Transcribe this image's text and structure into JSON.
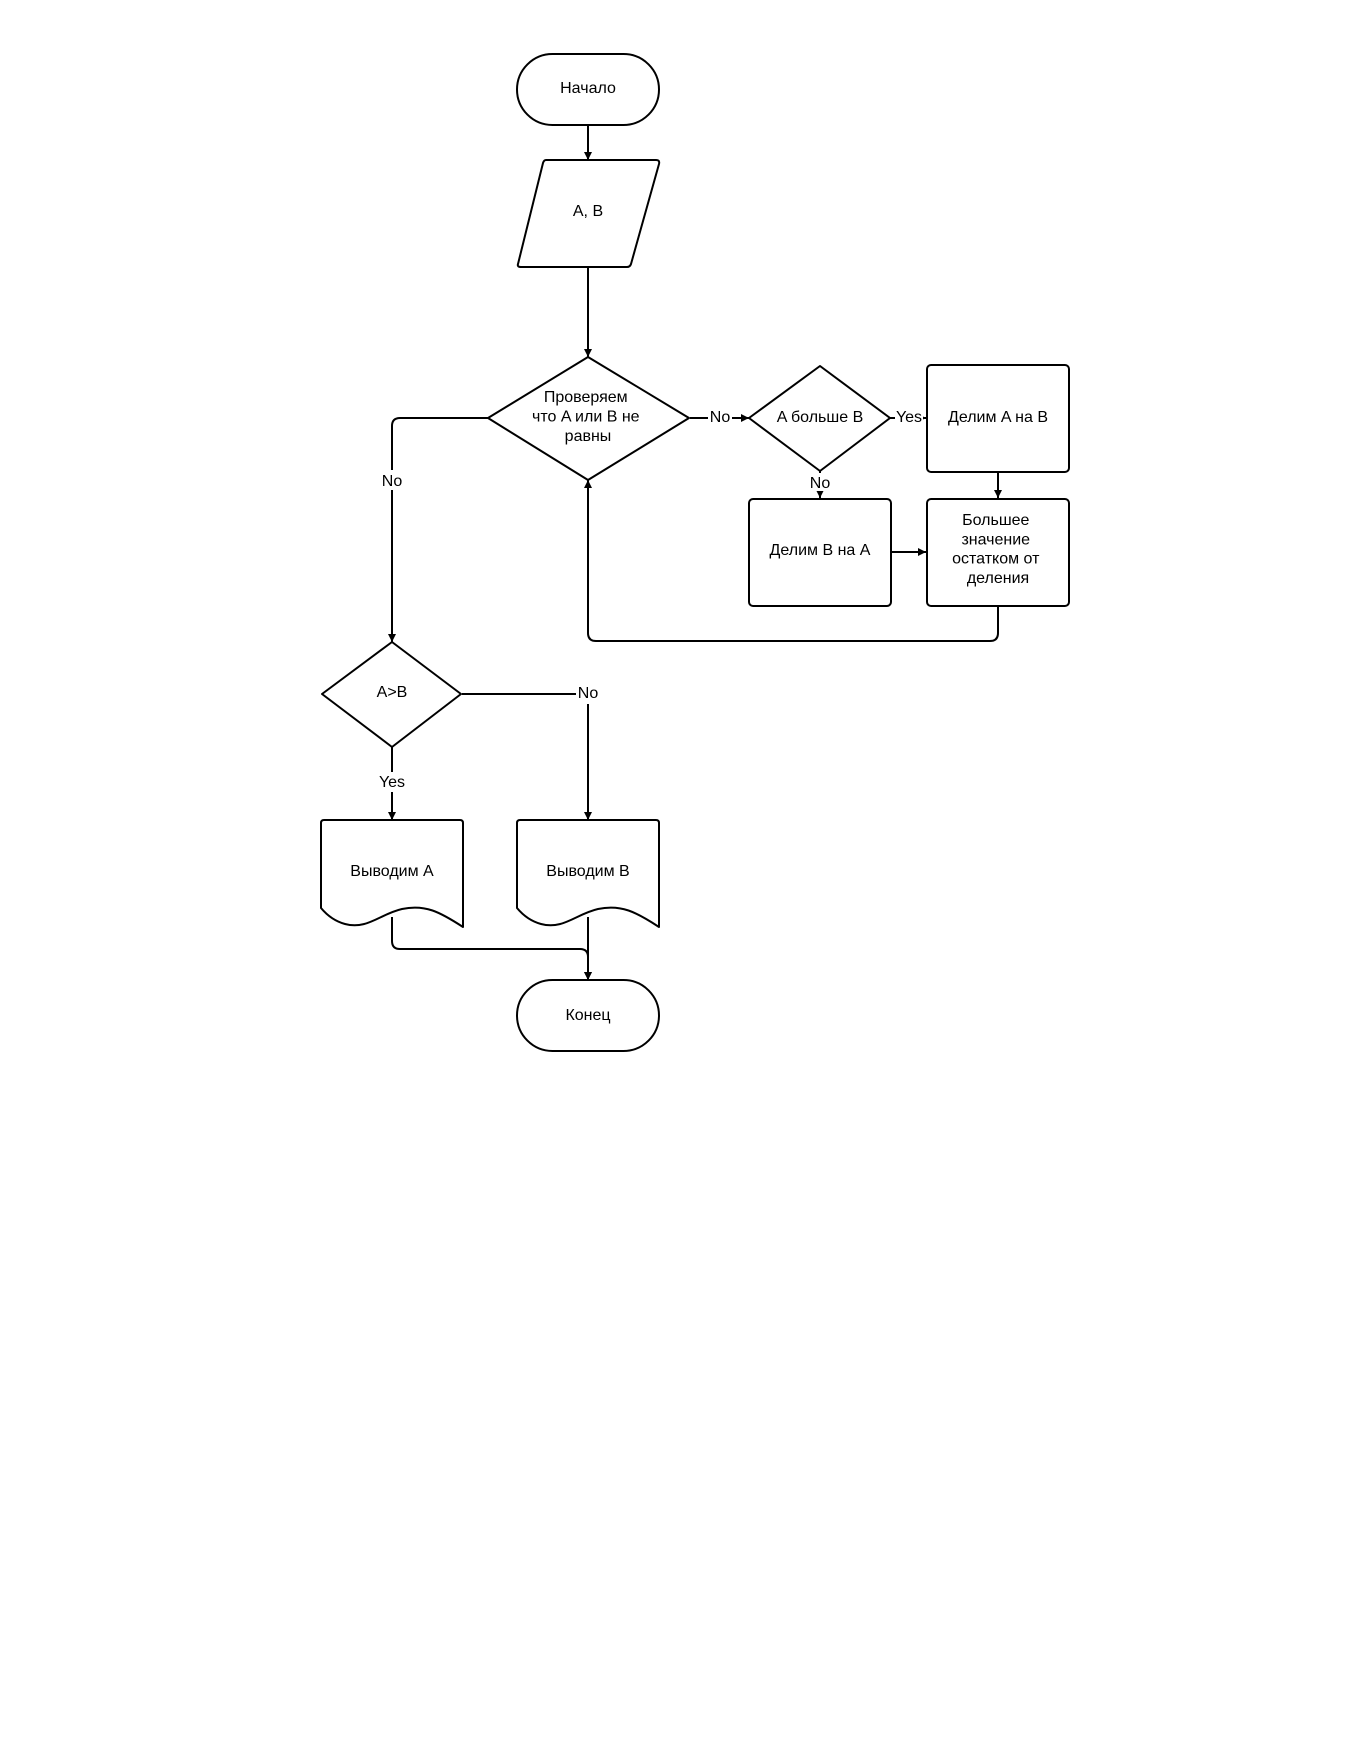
{
  "nodes": {
    "start": "Начало",
    "input": "A, B",
    "check": [
      "Проверяем",
      "что A или B не",
      "равны"
    ],
    "a_greater_b": "A больше B",
    "divide_a_by_b": "Делим A на B",
    "divide_b_by_a": "Делим B на A",
    "replace_larger": [
      "Большее",
      "значение",
      "остатком от",
      "деления"
    ],
    "final_compare": "A>B",
    "output_a": "Выводим A",
    "output_b": "Выводим B",
    "end": "Конец"
  },
  "edge_labels": {
    "check_no_left": "No",
    "check_no_right": "No",
    "a_greater_yes": "Yes",
    "a_greater_no": "No",
    "final_no": "No",
    "final_yes": "Yes"
  }
}
